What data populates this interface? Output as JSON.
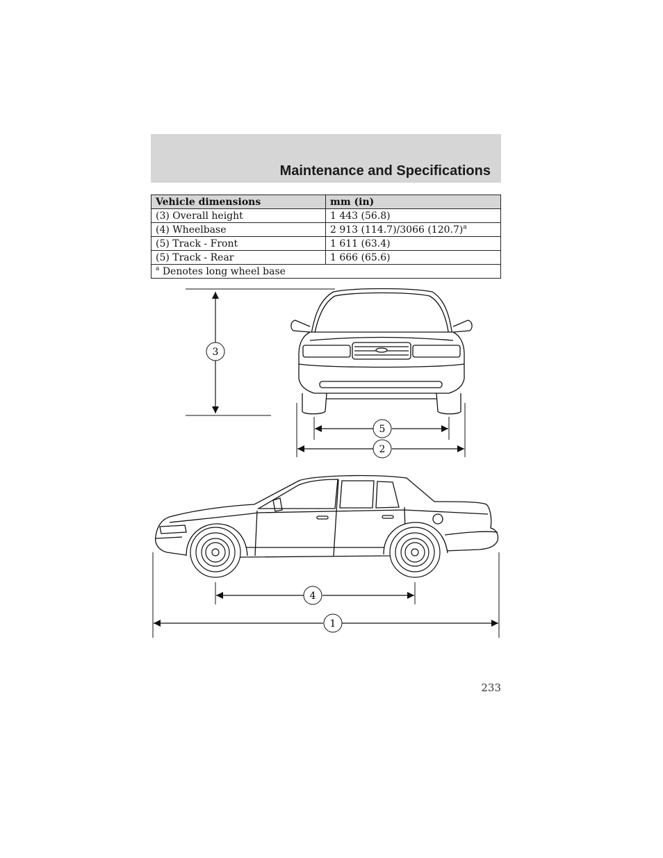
{
  "header": {
    "title": "Maintenance and Specifications"
  },
  "table": {
    "headers": [
      "Vehicle dimensions",
      "mm (in)"
    ],
    "rows": [
      {
        "label": "(3) Overall height",
        "value": "1 443 (56.8)",
        "sup": ""
      },
      {
        "label": "(4) Wheelbase",
        "value": "2 913 (114.7)/3066 (120.7)",
        "sup": "a"
      },
      {
        "label": "(5) Track - Front",
        "value": "1 611 (63.4)",
        "sup": ""
      },
      {
        "label": "(5) Track - Rear",
        "value": "1 666 (65.6)",
        "sup": ""
      }
    ],
    "footnote": {
      "mark": "a",
      "text": " Denotes long wheel base"
    }
  },
  "diagram": {
    "callouts": {
      "height": "3",
      "track": "5",
      "width": "2",
      "wheelbase": "4",
      "length": "1"
    }
  },
  "page_number": "233"
}
